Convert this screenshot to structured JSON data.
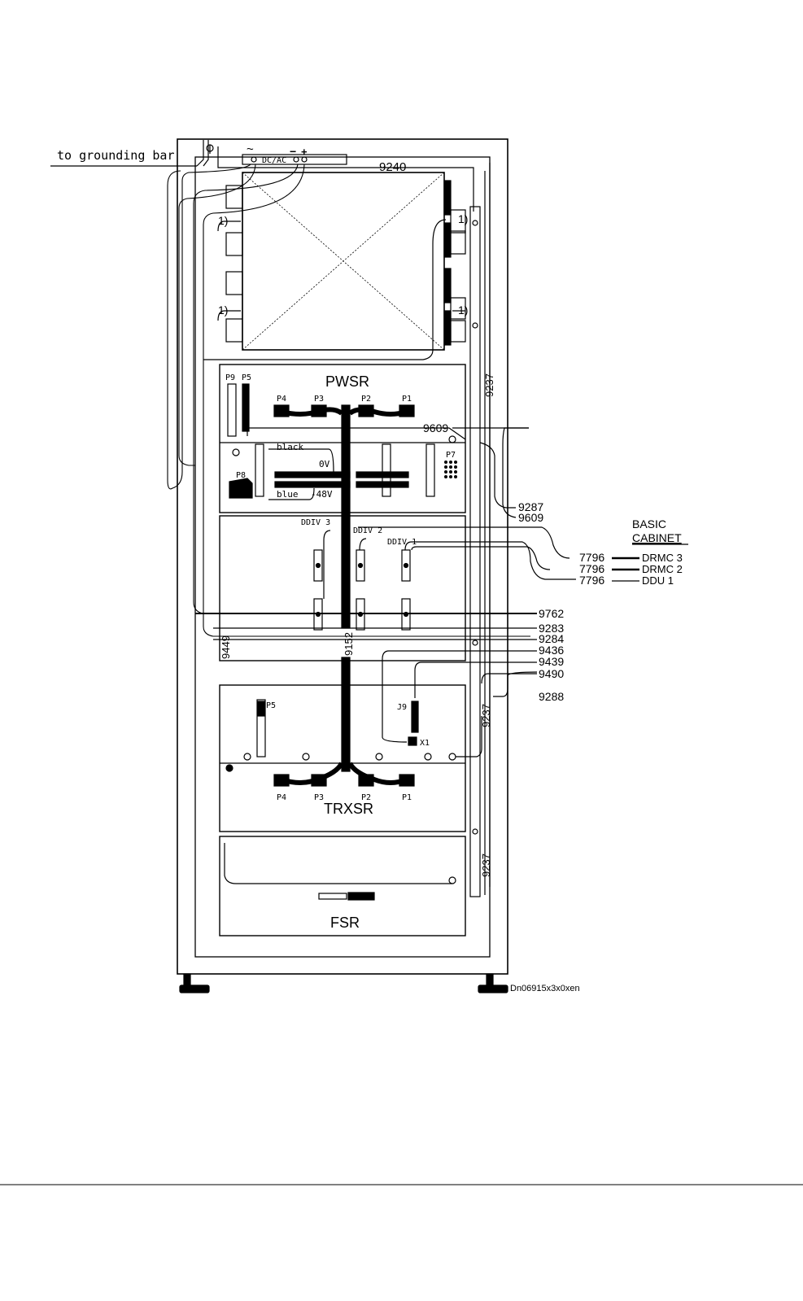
{
  "labels": {
    "grounding": "to grounding bar",
    "dcac": "DC/AC",
    "ac_symbol": "~",
    "minus_sign": "−",
    "plus_sign": "+",
    "note1": "1)",
    "pwsr": "PWSR",
    "trxsr": "TRXSR",
    "fsr": "FSR",
    "black": "black",
    "blue": "blue",
    "zero_v": "0V",
    "minus48v": "-48V",
    "basic": "BASIC",
    "cabinet": "CABINET",
    "drawing_id": "Dn06915x3x0xen"
  },
  "pwsr_connectors": [
    "P4",
    "P3",
    "P2",
    "P1"
  ],
  "trxsr_connectors": [
    "P4",
    "P3",
    "P2",
    "P1"
  ],
  "pwsr_side": {
    "p9": "P9",
    "p5": "P5",
    "p7": "P7",
    "p8": "P8"
  },
  "trxsr_side": {
    "p5": "P5",
    "j9": "J9",
    "x1": "X1"
  },
  "ddiv": [
    "DDIV 3",
    "DDIV 2",
    "DDIV 1"
  ],
  "cables": {
    "c9240": "9240",
    "c9237": "9237",
    "c9609": "9609",
    "c9287": "9287",
    "c9762": "9762",
    "c9283": "9283",
    "c9284": "9284",
    "c9436": "9436",
    "c9439": "9439",
    "c9490": "9490",
    "c9288": "9288",
    "c9449": "9449",
    "c9152": "9152"
  },
  "basic_links": [
    {
      "cable": "7796",
      "target": "DRMC 3"
    },
    {
      "cable": "7796",
      "target": "DRMC 2"
    },
    {
      "cable": "7796",
      "target": "DDU 1"
    }
  ]
}
